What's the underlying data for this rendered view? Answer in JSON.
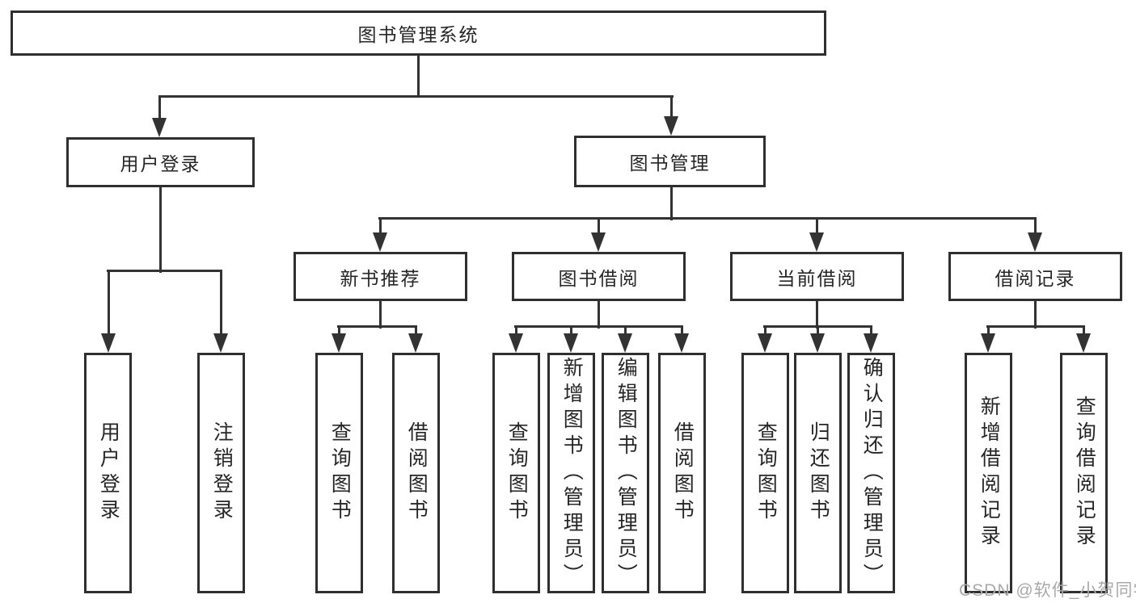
{
  "diagram": {
    "type": "tree-flowchart",
    "watermark": "CSDN @软件_小贺同学",
    "colors": {
      "line": "#333333",
      "box_border": "#2f2f2f",
      "box_fill": "#ffffff",
      "text": "#262626",
      "watermark": "#a9a9a9",
      "background": "#ffffff"
    },
    "tree": {
      "root": {
        "label": "图书管理系统",
        "children": [
          {
            "label": "用户登录",
            "children": [
              {
                "label": "用户登录"
              },
              {
                "label": "注销登录"
              }
            ]
          },
          {
            "label": "图书管理",
            "children": [
              {
                "label": "新书推荐",
                "children": [
                  {
                    "label": "查询图书"
                  },
                  {
                    "label": "借阅图书"
                  }
                ]
              },
              {
                "label": "图书借阅",
                "children": [
                  {
                    "label": "查询图书"
                  },
                  {
                    "label": "新增图书（管理员）"
                  },
                  {
                    "label": "编辑图书（管理员）"
                  },
                  {
                    "label": "借阅图书"
                  }
                ]
              },
              {
                "label": "当前借阅",
                "children": [
                  {
                    "label": "查询图书"
                  },
                  {
                    "label": "归还图书"
                  },
                  {
                    "label": "确认归还（管理员）"
                  }
                ]
              },
              {
                "label": "借阅记录",
                "children": [
                  {
                    "label": "新增借阅记录"
                  },
                  {
                    "label": "查询借阅记录"
                  }
                ]
              }
            ]
          }
        ]
      }
    }
  }
}
